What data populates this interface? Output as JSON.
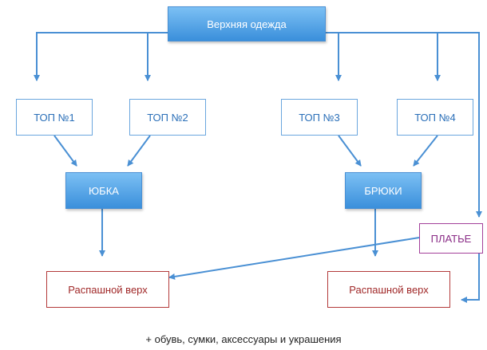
{
  "nodes": {
    "top": "Верхняя одежда",
    "top1": "ТОП №1",
    "top2": "ТОП №2",
    "top3": "ТОП №3",
    "top4": "ТОП №4",
    "skirt": "ЮБКА",
    "trousers": "БРЮКИ",
    "dress": "ПЛАТЬЕ",
    "outer_left": "Распашной верх",
    "outer_right": "Распашной верх"
  },
  "footnote": "+ обувь, сумки, аксессуары и украшения",
  "colors": {
    "connector": "#4a90d4",
    "blue_fill": "#3a8fdb",
    "outline_blue": "#6aa6de",
    "outline_red": "#b33a3a",
    "outline_purple": "#a3409a"
  }
}
